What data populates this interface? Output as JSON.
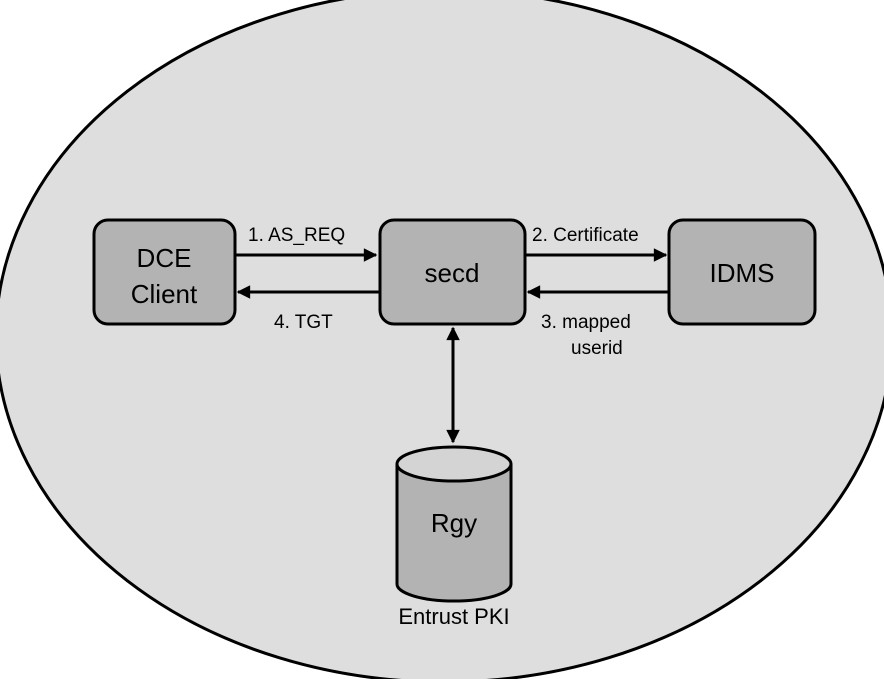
{
  "diagram": {
    "region": {
      "label": "Entrust PKI"
    },
    "nodes": {
      "dce_client": {
        "lines": [
          "DCE",
          "Client"
        ]
      },
      "secd": {
        "label": "secd"
      },
      "idms": {
        "label": "IDMS"
      },
      "rgy": {
        "label": "Rgy"
      }
    },
    "edges": {
      "as_req": {
        "label": "1. AS_REQ"
      },
      "certificate": {
        "label": "2. Certificate"
      },
      "mapped_userid": {
        "lines": [
          "3. mapped",
          "userid"
        ]
      },
      "tgt": {
        "label": "4. TGT"
      }
    }
  },
  "colors": {
    "region_fill": "#dedede",
    "box_fill": "#b3b3b3",
    "cylinder_body": "#b3b3b3",
    "cylinder_top": "#d4d4d4",
    "stroke": "#000000"
  }
}
